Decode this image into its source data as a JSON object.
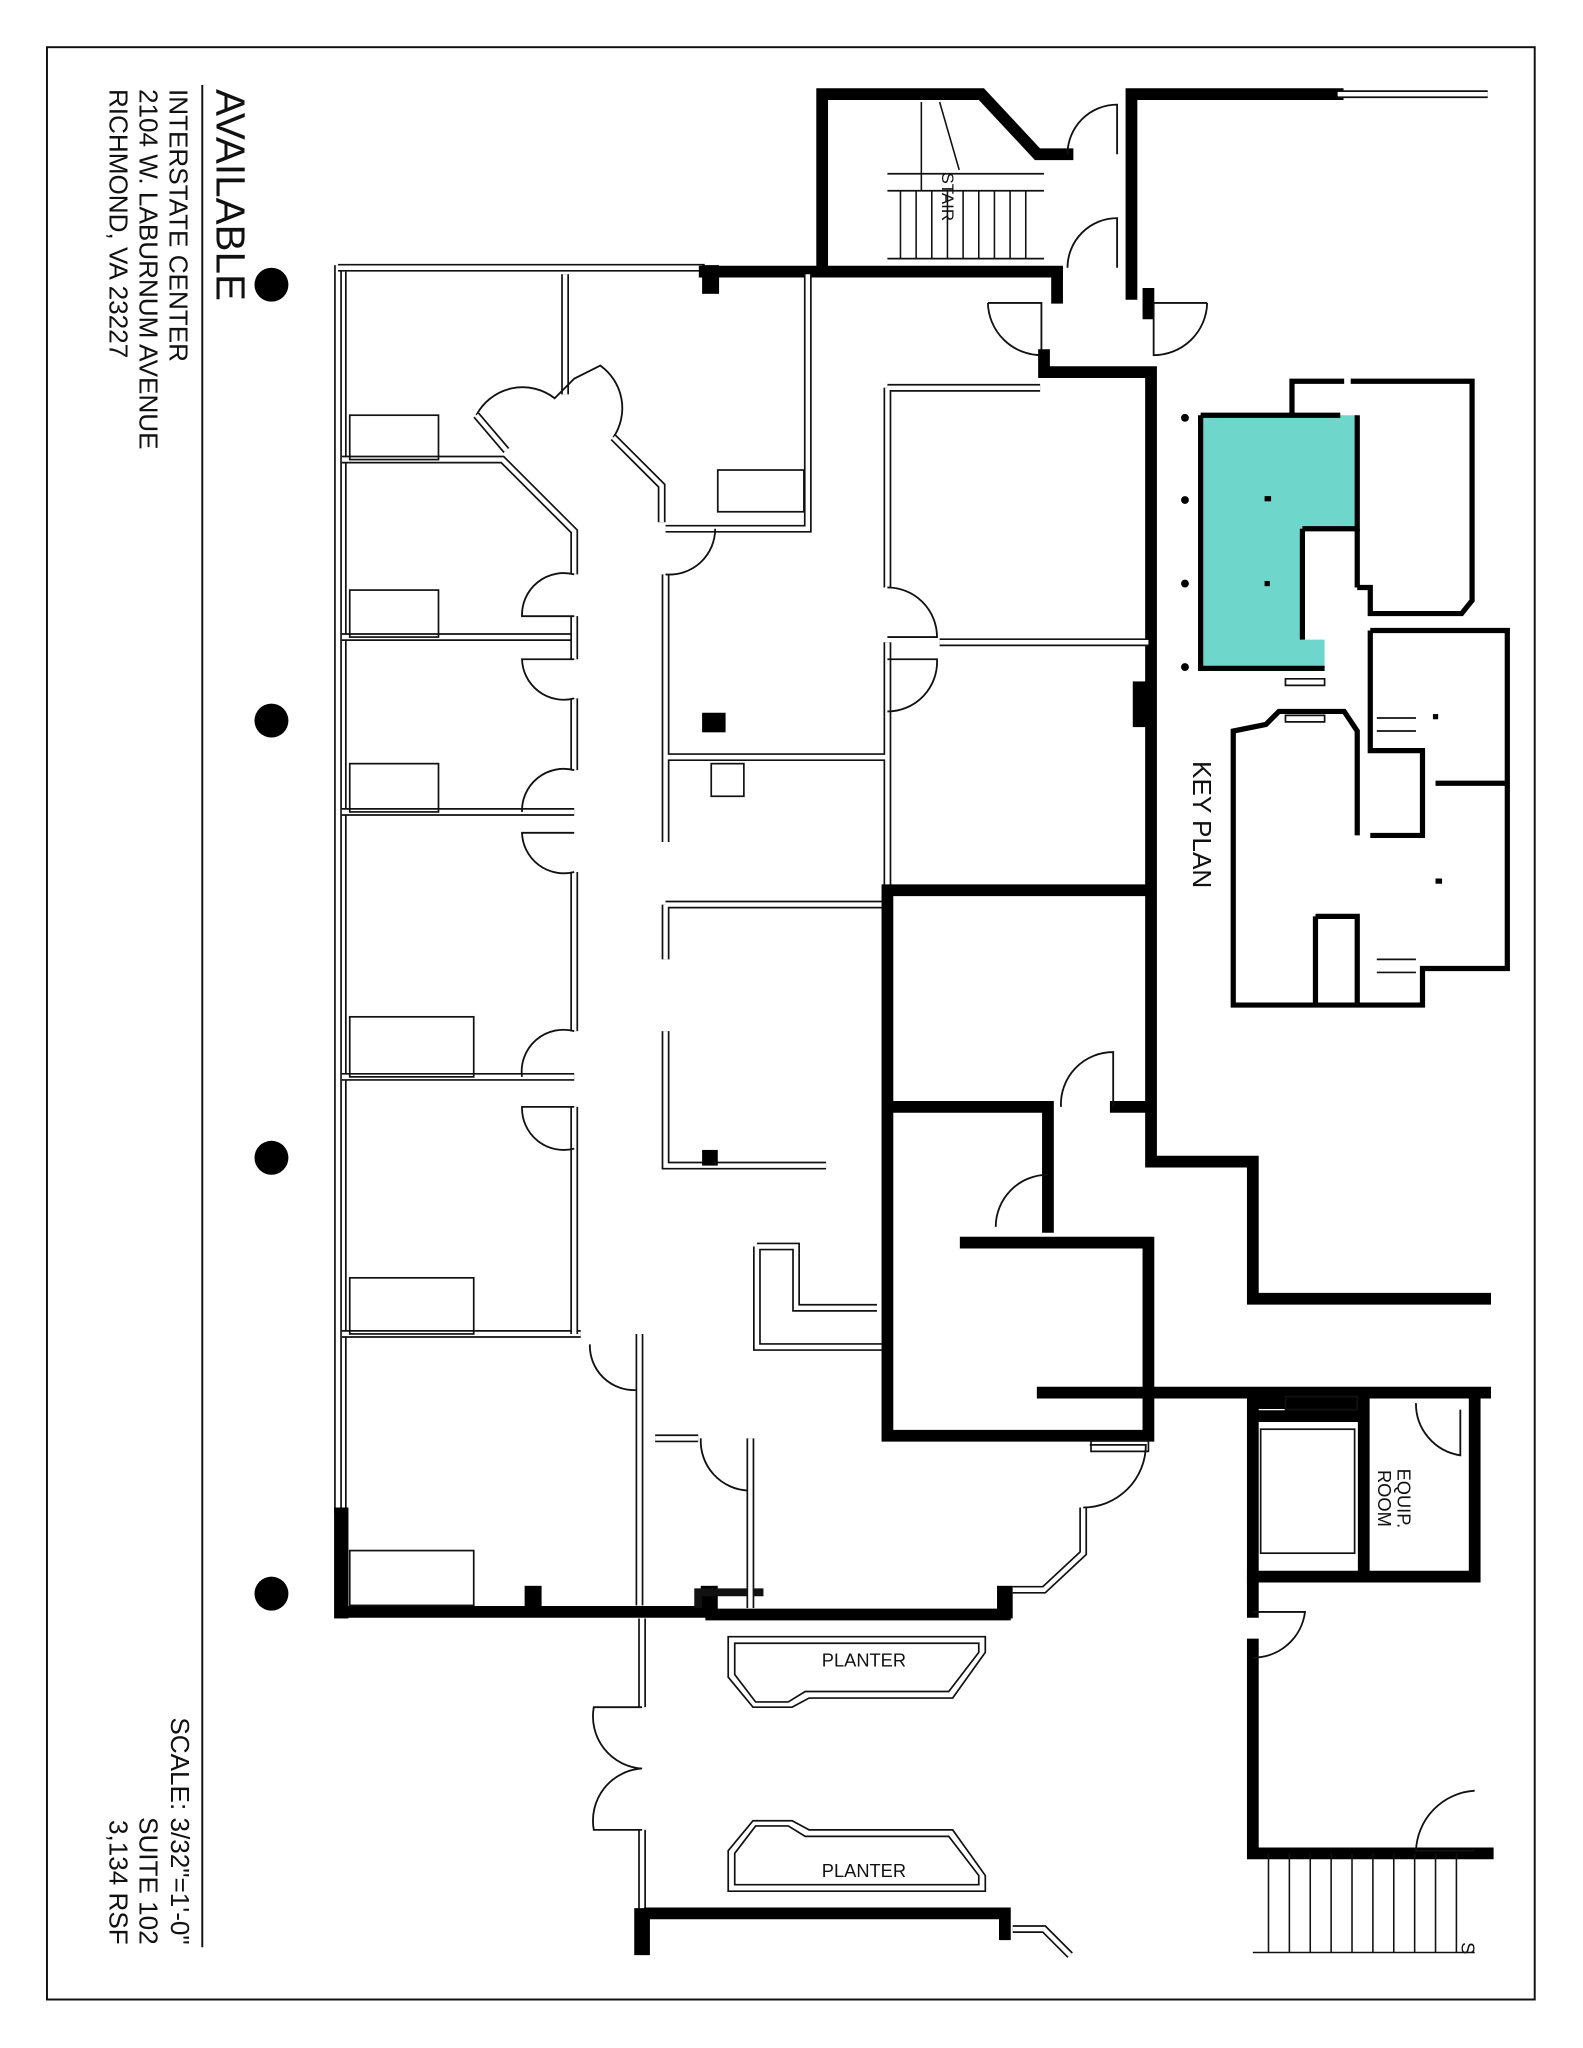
{
  "title_block": {
    "status": "AVAILABLE",
    "building": "INTERSTATE CENTER",
    "street": "2104 W. LABURNUM AVENUE",
    "city": "RICHMOND, VA 23227"
  },
  "info_block": {
    "scale": "SCALE: 3/32\"=1'-0\"",
    "suite": "SUITE 102",
    "area": "3,134 RSF"
  },
  "labels": {
    "stair": "STAIR",
    "planter_1": "PLANTER",
    "planter_2": "PLANTER",
    "equip_room_line1": "EQUIP.",
    "equip_room_line2": "ROOM",
    "key_plan": "KEY PLAN",
    "north_s": "S"
  },
  "colors": {
    "highlight": "#6fd6cb",
    "walls": "#000000"
  }
}
